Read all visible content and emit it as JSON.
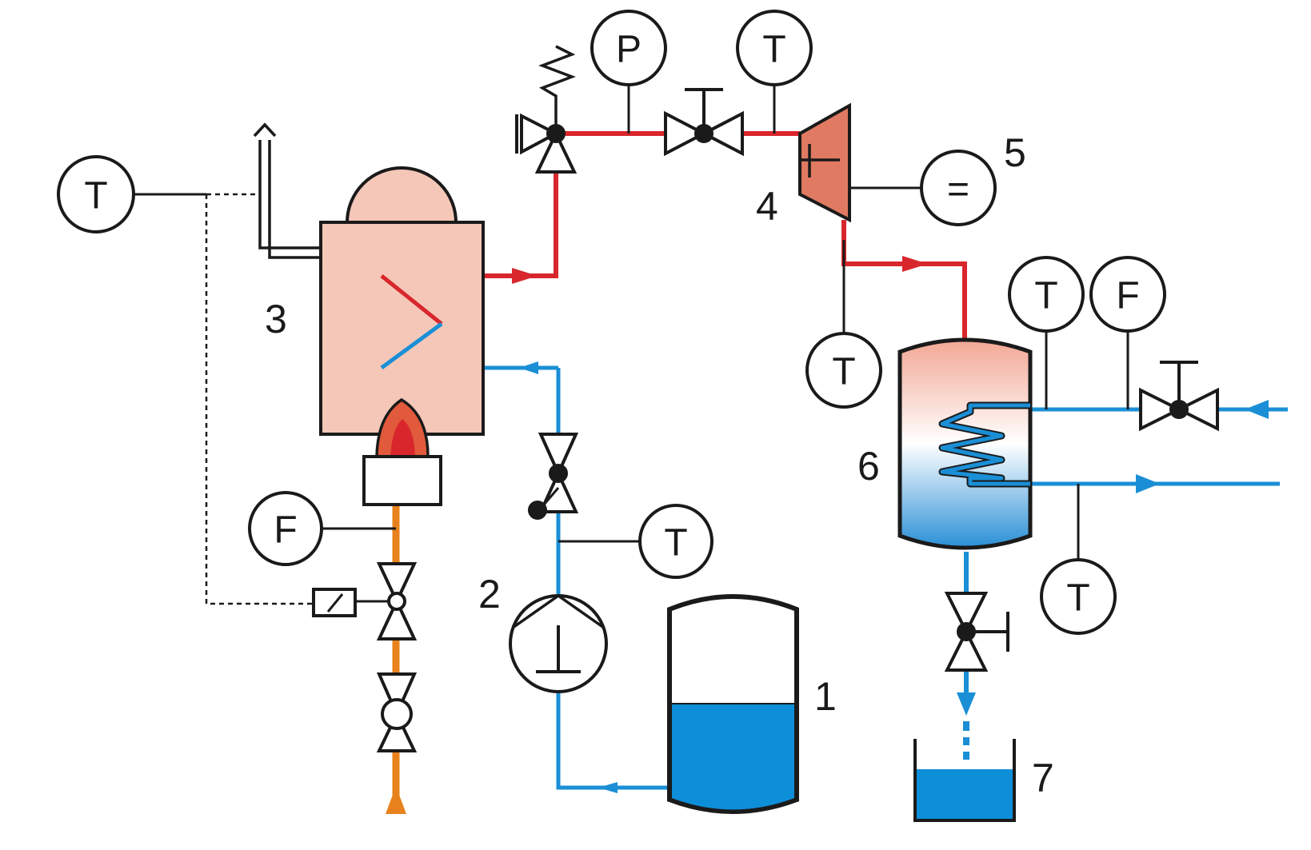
{
  "colors": {
    "steam": "#d9262c",
    "water": "#1a8fd6",
    "fuel": "#e8821c",
    "boiler_fill": "#f4c7b8",
    "turbine_fill": "#e07a62",
    "flame_outer": "#e25a3c",
    "flame_inner": "#d9262c",
    "tank_water": "#0d8ed9",
    "line": "#1a1a1a"
  },
  "labels": {
    "instrument_T": "T",
    "instrument_P": "P",
    "instrument_F": "F",
    "generator": "=",
    "n1": "1",
    "n2": "2",
    "n3": "3",
    "n4": "4",
    "n5": "5",
    "n6": "6",
    "n7": "7"
  }
}
